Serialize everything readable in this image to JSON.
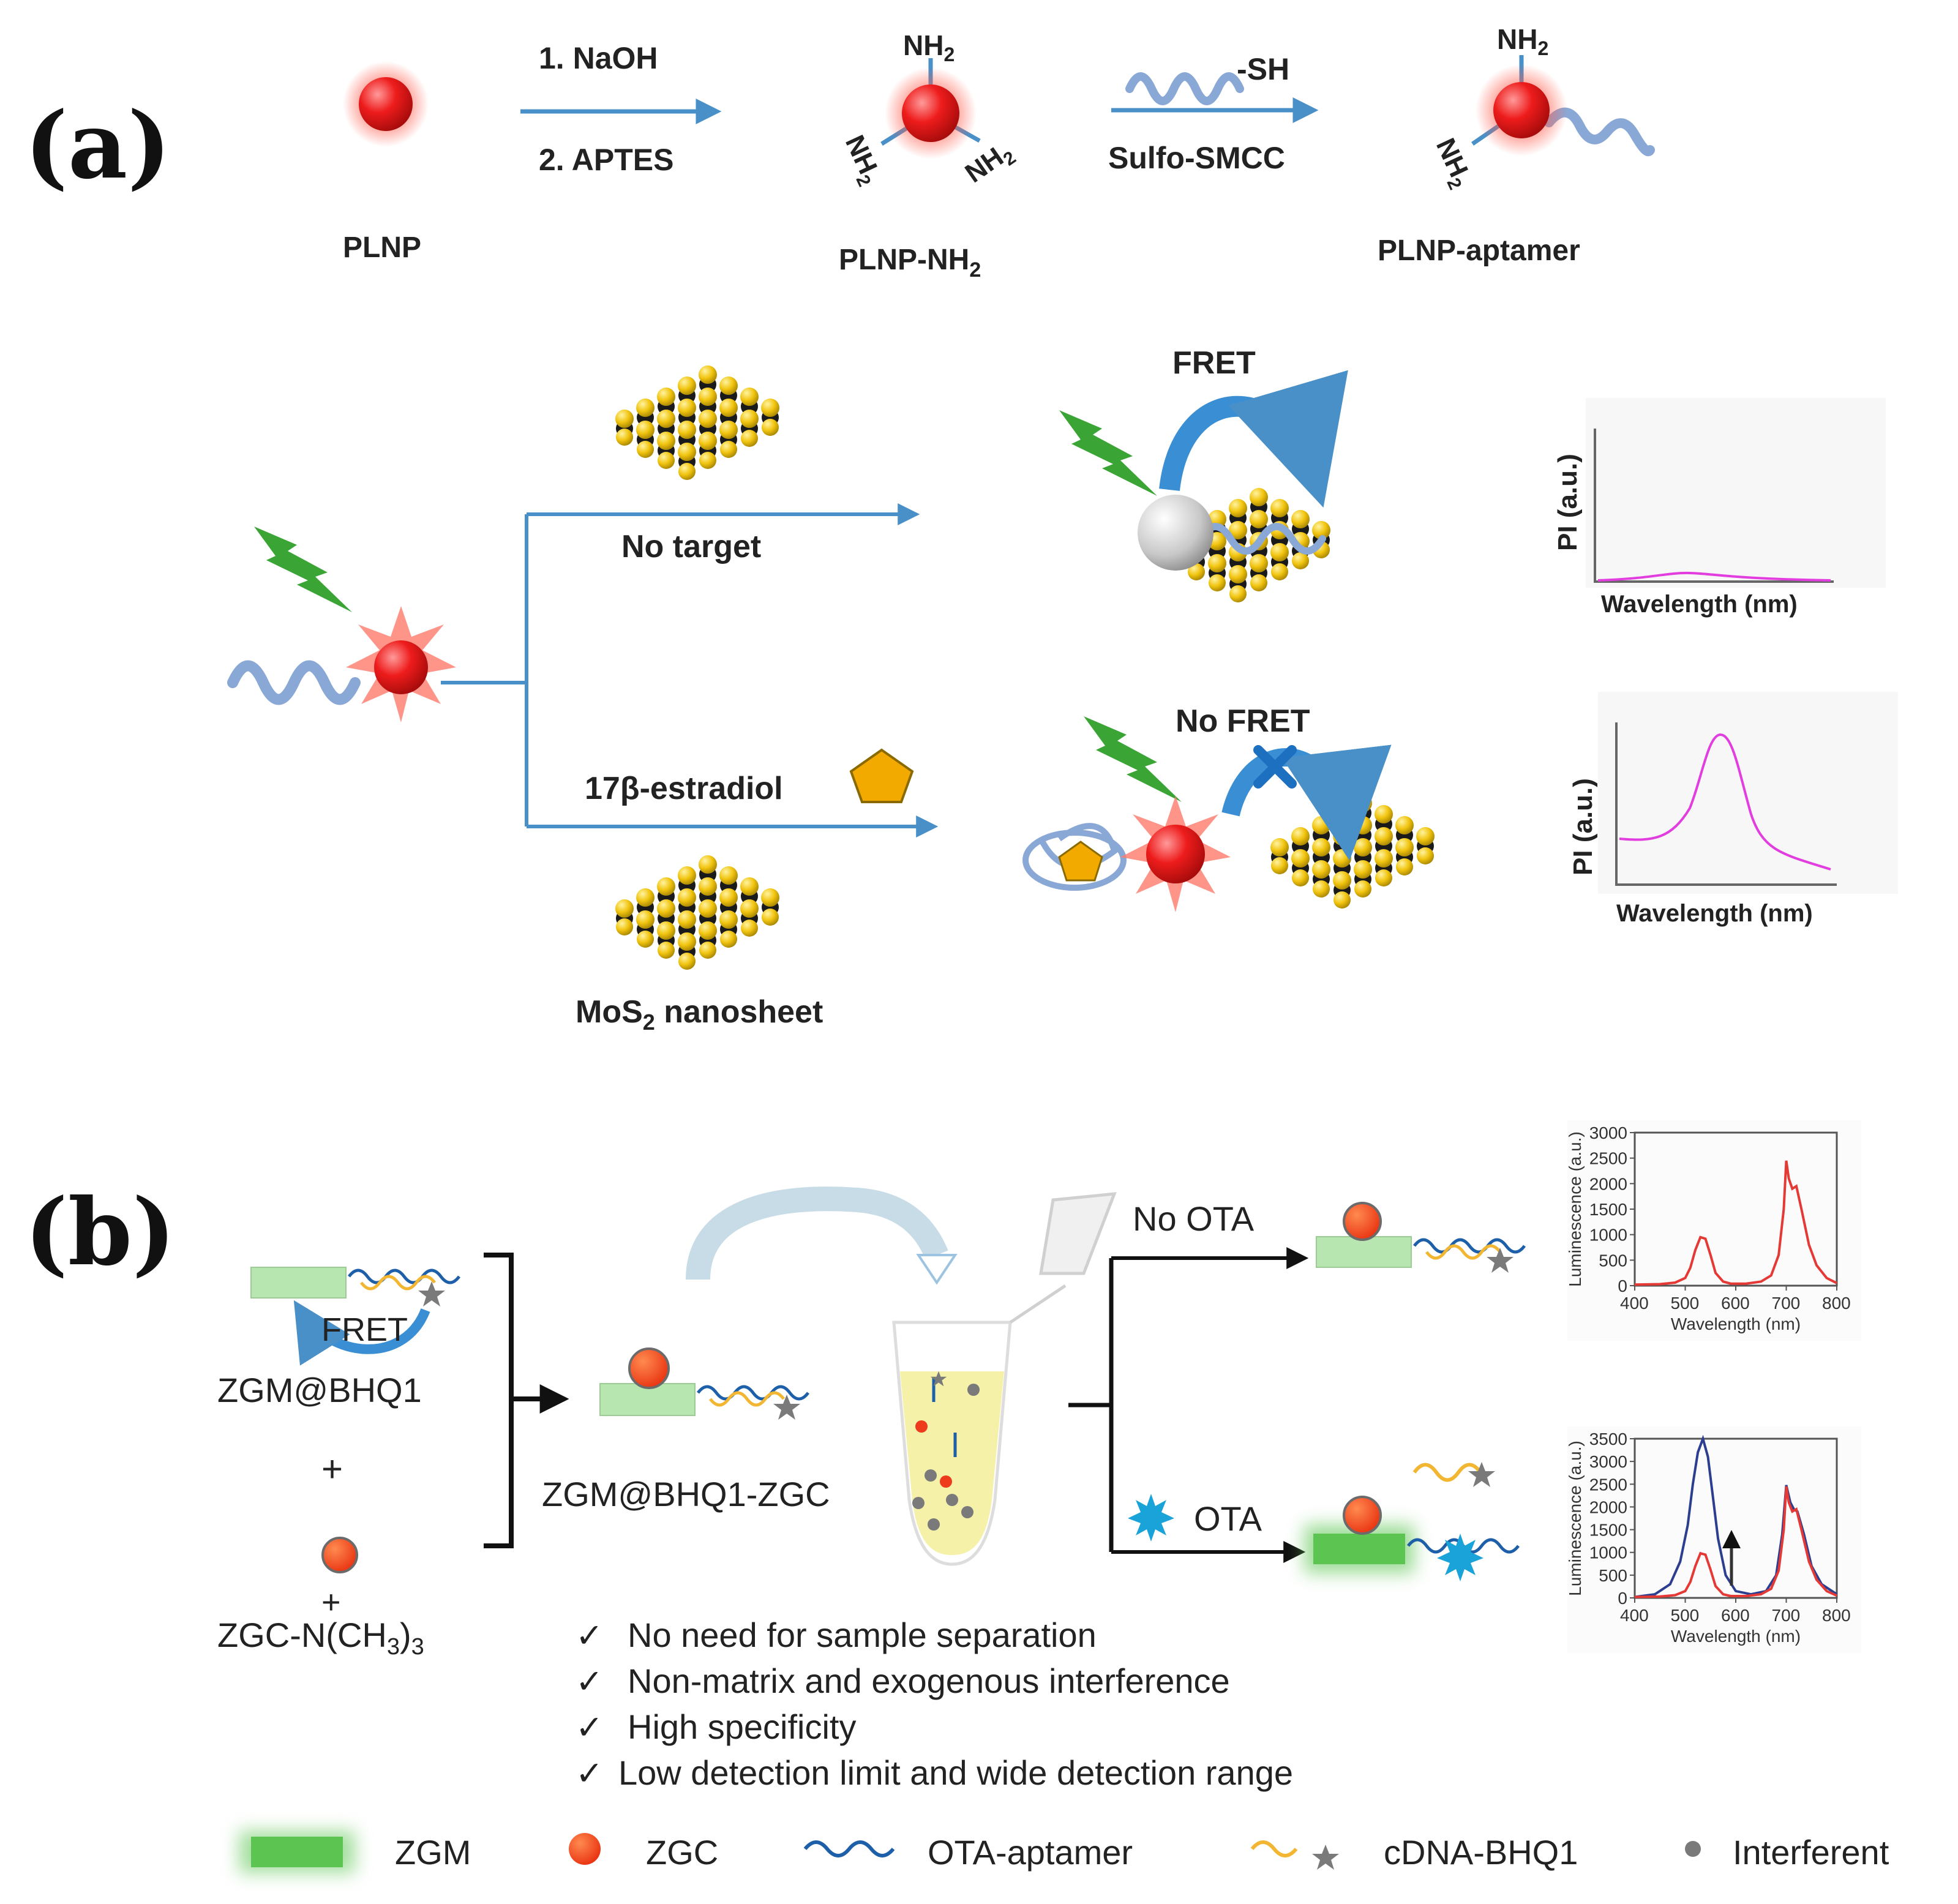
{
  "panel_a": {
    "letter": "(a)",
    "synthesis": {
      "step1_reagent1": "1. NaOH",
      "step1_reagent2": "2. APTES",
      "step2_thiol": "-SH",
      "step2_reagent": "Sulfo-SMCC",
      "plnp": "PLNP",
      "plnp_nh2_base": "PLNP-NH",
      "plnp_nh2_sub": "2",
      "plnp_aptamer": "PLNP-aptamer",
      "nh2_base": "NH",
      "nh2_sub": "2"
    },
    "sensing": {
      "no_target": "No target",
      "fret": "FRET",
      "no_fret": "No FRET",
      "estradiol": "17β-estradiol",
      "mos2_base": "MoS",
      "mos2_sub": "2",
      "mos2_rest": " nanosheet"
    },
    "spectra": {
      "ylabel": "PI (a.u.)",
      "xlabel": "Wavelength (nm)"
    }
  },
  "panel_b": {
    "letter": "(b)",
    "fret": "FRET",
    "zgm_bhq1": "ZGM@BHQ1",
    "plus": "+",
    "zgc_base": "ZGC-N(CH",
    "zgc_sub": "3",
    "zgc_close": ")",
    "zgc_sub2": "3",
    "probe": "ZGM@BHQ1-ZGC",
    "no_ota": "No OTA",
    "ota": "OTA",
    "checks": [
      "No need for sample separation",
      "Non-matrix and exogenous interference",
      "High specificity",
      "Low detection limit and wide detection range"
    ],
    "check_mark": "✓",
    "legend": {
      "zgm": "ZGM",
      "zgc": "ZGC",
      "aptamer": "OTA-aptamer",
      "cdna": "cDNA-BHQ1",
      "interferent": "Interferent"
    }
  },
  "chart_data": [
    {
      "type": "line",
      "xlabel": "Wavelength (nm)",
      "ylabel": "Luminescence (a.u.)",
      "xlim": [
        400,
        800
      ],
      "ylim": [
        0,
        3000
      ],
      "xticks": [
        "400",
        "500",
        "600",
        "700",
        "800"
      ],
      "yticks": [
        "0",
        "500",
        "1000",
        "1500",
        "2000",
        "2500",
        "3000"
      ],
      "series": [
        {
          "color": "#e53935",
          "x": [
            400,
            450,
            480,
            500,
            510,
            520,
            530,
            540,
            550,
            560,
            575,
            590,
            620,
            650,
            670,
            685,
            695,
            700,
            705,
            712,
            720,
            730,
            745,
            760,
            780,
            800
          ],
          "y": [
            20,
            30,
            60,
            150,
            350,
            700,
            950,
            920,
            600,
            250,
            80,
            40,
            40,
            80,
            200,
            600,
            1500,
            2450,
            2100,
            1900,
            1950,
            1500,
            800,
            400,
            150,
            50
          ]
        }
      ]
    },
    {
      "type": "line",
      "xlabel": "Wavelength (nm)",
      "ylabel": "Luminescence (a.u.)",
      "xlim": [
        400,
        800
      ],
      "ylim": [
        0,
        3500
      ],
      "xticks": [
        "400",
        "500",
        "600",
        "700",
        "800"
      ],
      "yticks": [
        "0",
        "500",
        "1000",
        "1500",
        "2000",
        "2500",
        "3000",
        "3500"
      ],
      "series": [
        {
          "color": "#2c3e8f",
          "x": [
            400,
            440,
            470,
            490,
            505,
            515,
            525,
            535,
            545,
            555,
            565,
            580,
            600,
            630,
            660,
            680,
            692,
            700,
            708,
            715,
            722,
            735,
            750,
            770,
            800
          ],
          "y": [
            20,
            80,
            300,
            800,
            1600,
            2500,
            3200,
            3500,
            3100,
            2200,
            1300,
            500,
            150,
            80,
            150,
            500,
            1400,
            2480,
            2100,
            1950,
            1900,
            1400,
            700,
            300,
            80
          ]
        },
        {
          "color": "#e53935",
          "x": [
            400,
            450,
            480,
            500,
            510,
            520,
            530,
            540,
            550,
            560,
            575,
            590,
            620,
            650,
            670,
            685,
            695,
            700,
            705,
            712,
            720,
            730,
            745,
            760,
            780,
            800
          ],
          "y": [
            20,
            30,
            60,
            150,
            350,
            700,
            980,
            950,
            620,
            260,
            80,
            40,
            40,
            80,
            200,
            600,
            1500,
            2450,
            2100,
            1900,
            1950,
            1500,
            800,
            400,
            150,
            50
          ]
        }
      ]
    }
  ],
  "colors": {
    "blue_arrow": "#4a90c8",
    "aptamer_blue": "#1d5fa8",
    "cdna_yellow": "#f2b632",
    "red_particle": "#ee1c1c",
    "green_zgm": "#5cc551",
    "zgm_light": "#b8e6b0",
    "bolt_green": "#3aa535",
    "mos2_yellow": "#f1c40f",
    "magenta": "#e23ddf"
  }
}
